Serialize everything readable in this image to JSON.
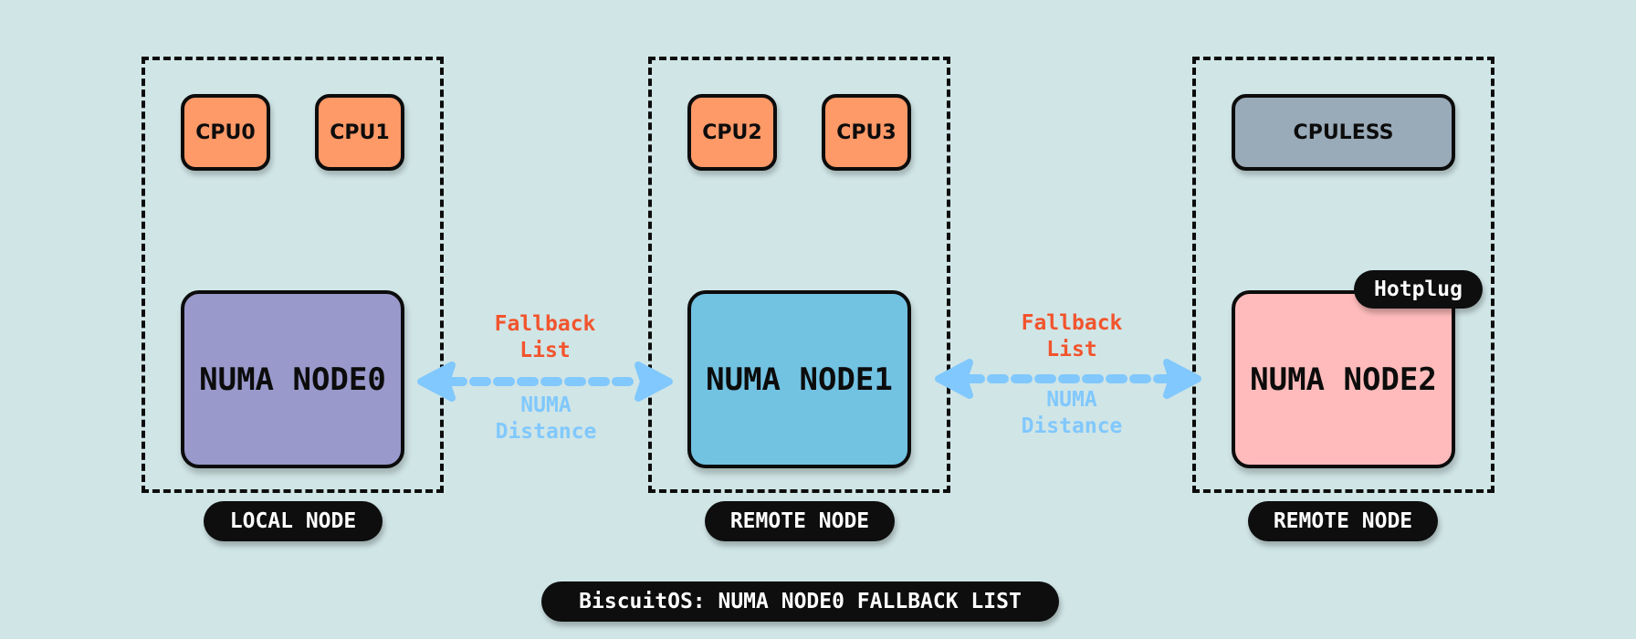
{
  "title": "BiscuitOS: NUMA NODE0 FALLBACK LIST",
  "colors": {
    "background": "#d0e5e6",
    "cpu": "#fe9968",
    "cpuless": "#99aab8",
    "node0": "#9999cc",
    "node1": "#72c2e2",
    "node2": "#ffbbbb",
    "fallback_text": "#f2542d",
    "distance": "#80c8fd",
    "pill": "#0e0e0e"
  },
  "groups": [
    {
      "cpus": [
        "CPU0",
        "CPU1"
      ],
      "node": "NUMA NODE0",
      "role": "LOCAL NODE"
    },
    {
      "cpus": [
        "CPU2",
        "CPU3"
      ],
      "node": "NUMA NODE1",
      "role": "REMOTE NODE"
    },
    {
      "cpus": [
        "CPULESS"
      ],
      "node": "NUMA NODE2",
      "role": "REMOTE NODE",
      "badge": "Hotplug"
    }
  ],
  "links": [
    {
      "fallback_line1": "Fallback",
      "fallback_line2": "List",
      "distance_line1": "NUMA",
      "distance_line2": "Distance"
    },
    {
      "fallback_line1": "Fallback",
      "fallback_line2": "List",
      "distance_line1": "NUMA",
      "distance_line2": "Distance"
    }
  ]
}
